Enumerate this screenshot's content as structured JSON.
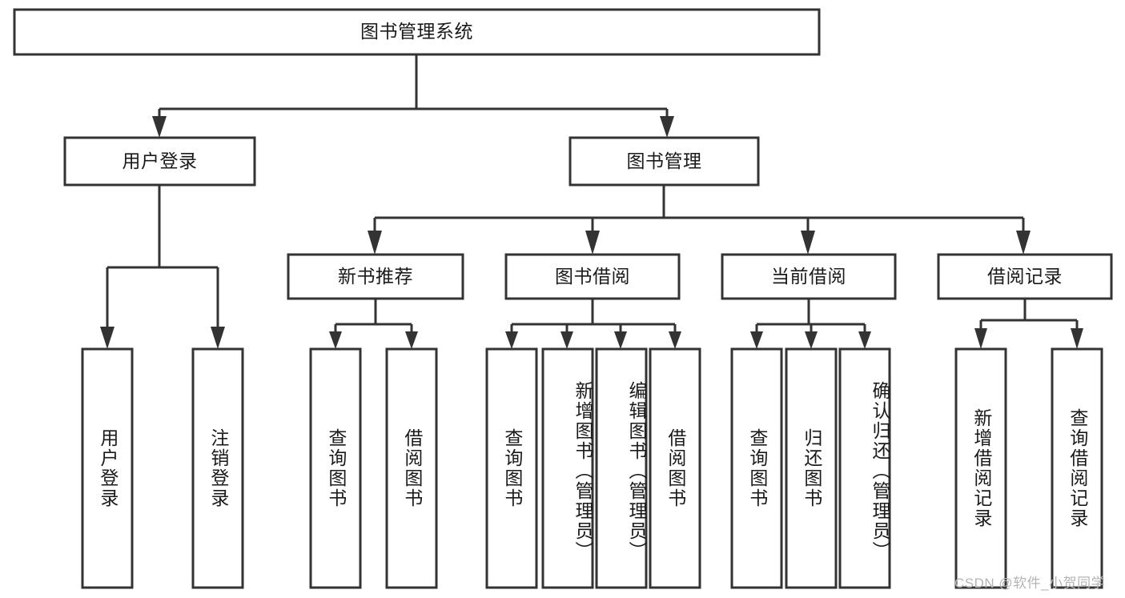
{
  "diagram": {
    "type": "tree-hierarchy-chart",
    "title_text": "图书管理系统",
    "colors": {
      "stroke": "#333333",
      "fill": "#ffffff",
      "text": "#1a1a1a",
      "watermark": "#b4b4b4"
    },
    "levels": {
      "root": {
        "label": "图书管理系统"
      },
      "level2": [
        {
          "id": "user-login",
          "label": "用户登录"
        },
        {
          "id": "book-management",
          "label": "图书管理"
        }
      ],
      "level3": [
        {
          "id": "new-book-recommend",
          "label": "新书推荐"
        },
        {
          "id": "book-borrow",
          "label": "图书借阅"
        },
        {
          "id": "current-borrow",
          "label": "当前借阅"
        },
        {
          "id": "borrow-record",
          "label": "借阅记录"
        }
      ],
      "leaves": {
        "user_login": [
          {
            "id": "leaf-user-login",
            "label": "用户登录"
          },
          {
            "id": "leaf-logout-login",
            "label": "注销登录"
          }
        ],
        "new_book_recommend": [
          {
            "id": "leaf-query-book-1",
            "label": "查询图书"
          },
          {
            "id": "leaf-borrow-book-1",
            "label": "借阅图书"
          }
        ],
        "book_borrow": [
          {
            "id": "leaf-query-book-2",
            "label": "查询图书"
          },
          {
            "id": "leaf-add-book-admin",
            "label": "新增图书（管理员）"
          },
          {
            "id": "leaf-edit-book-admin",
            "label": "编辑图书（管理员）"
          },
          {
            "id": "leaf-borrow-book-2",
            "label": "借阅图书"
          }
        ],
        "current_borrow": [
          {
            "id": "leaf-query-book-3",
            "label": "查询图书"
          },
          {
            "id": "leaf-return-book",
            "label": "归还图书"
          },
          {
            "id": "leaf-confirm-return-admin",
            "label": "确认归还（管理员）"
          }
        ],
        "borrow_record": [
          {
            "id": "leaf-add-borrow-record",
            "label": "新增借阅记录"
          },
          {
            "id": "leaf-query-borrow-record",
            "label": "查询借阅记录"
          }
        ]
      }
    },
    "watermark": "CSDN @软件_小贺同学"
  }
}
